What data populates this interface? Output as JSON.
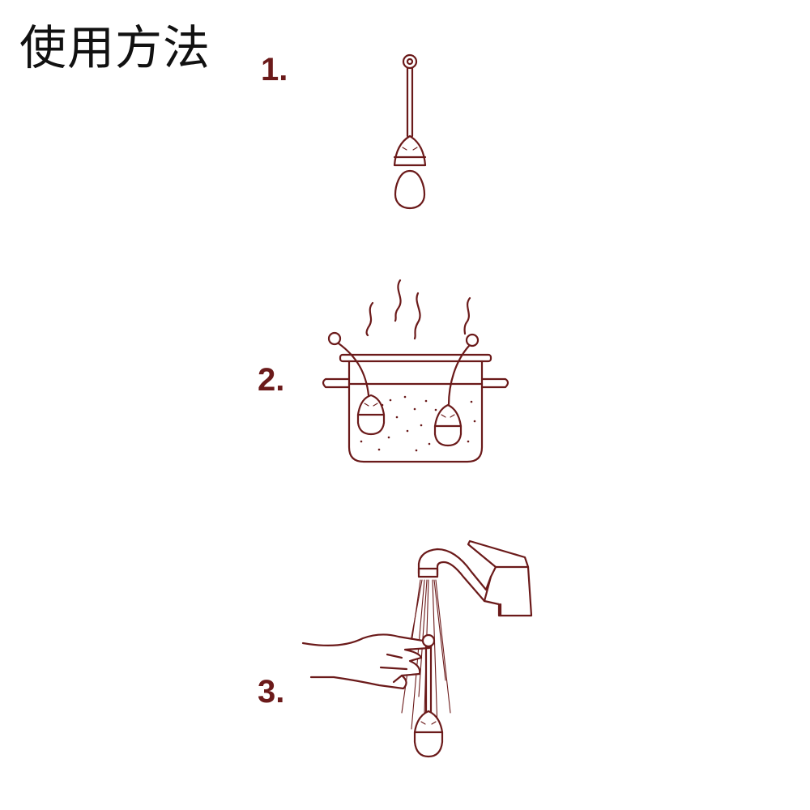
{
  "title": "使用方法",
  "steps": [
    {
      "number": "1.",
      "icon": "egg-timer-and-egg-icon"
    },
    {
      "number": "2.",
      "icon": "boiling-pot-icon"
    },
    {
      "number": "3.",
      "icon": "faucet-rinse-icon"
    }
  ],
  "colors": {
    "accent": "#6b1a1a",
    "title": "#111111",
    "background": "#ffffff"
  }
}
